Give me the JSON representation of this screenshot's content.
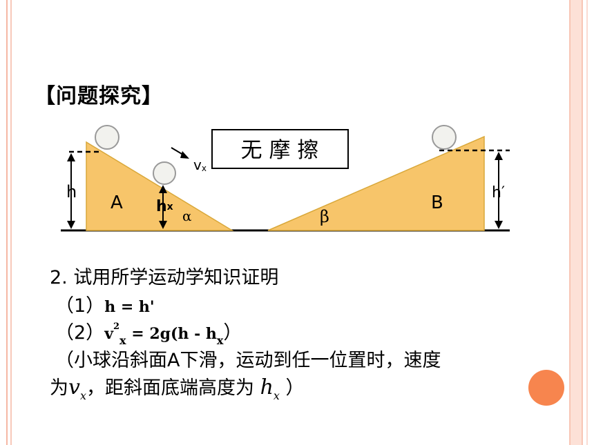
{
  "heading": "【问题探究】",
  "diagram": {
    "box_text": "无 摩 擦",
    "vx": "v",
    "vx_sub": "x",
    "h": "h",
    "A": "A",
    "hx": "h",
    "hx_sub": "x",
    "alpha": "α",
    "beta": "β",
    "B": "B",
    "h_prime": "h′"
  },
  "body": {
    "line1": "2. 试用所学运动学知识证明",
    "item1_prefix": "（1）",
    "item1_formula": "h = h'",
    "item2_prefix": "（2）",
    "item2_v": "v",
    "item2_sup": "2",
    "item2_sub": "x",
    "item2_mid": " = 2g(h - h",
    "item2_sub2": "x",
    "item2_close": "）",
    "line4": "（小球沿斜面A下滑，运动到任一位置时，速度",
    "line5_a": "为",
    "line5_v": "v",
    "line5_vsub": "x",
    "line5_b": "，距斜面底端高度为 ",
    "line5_h": "h",
    "line5_hsub": "x",
    "line5_c": " ）"
  },
  "colors": {
    "border_pink": "#f6b7a4",
    "ramp_fill": "#f7c56a",
    "ramp_stroke": "#d9a83a",
    "circle_orange": "#f7854e"
  }
}
